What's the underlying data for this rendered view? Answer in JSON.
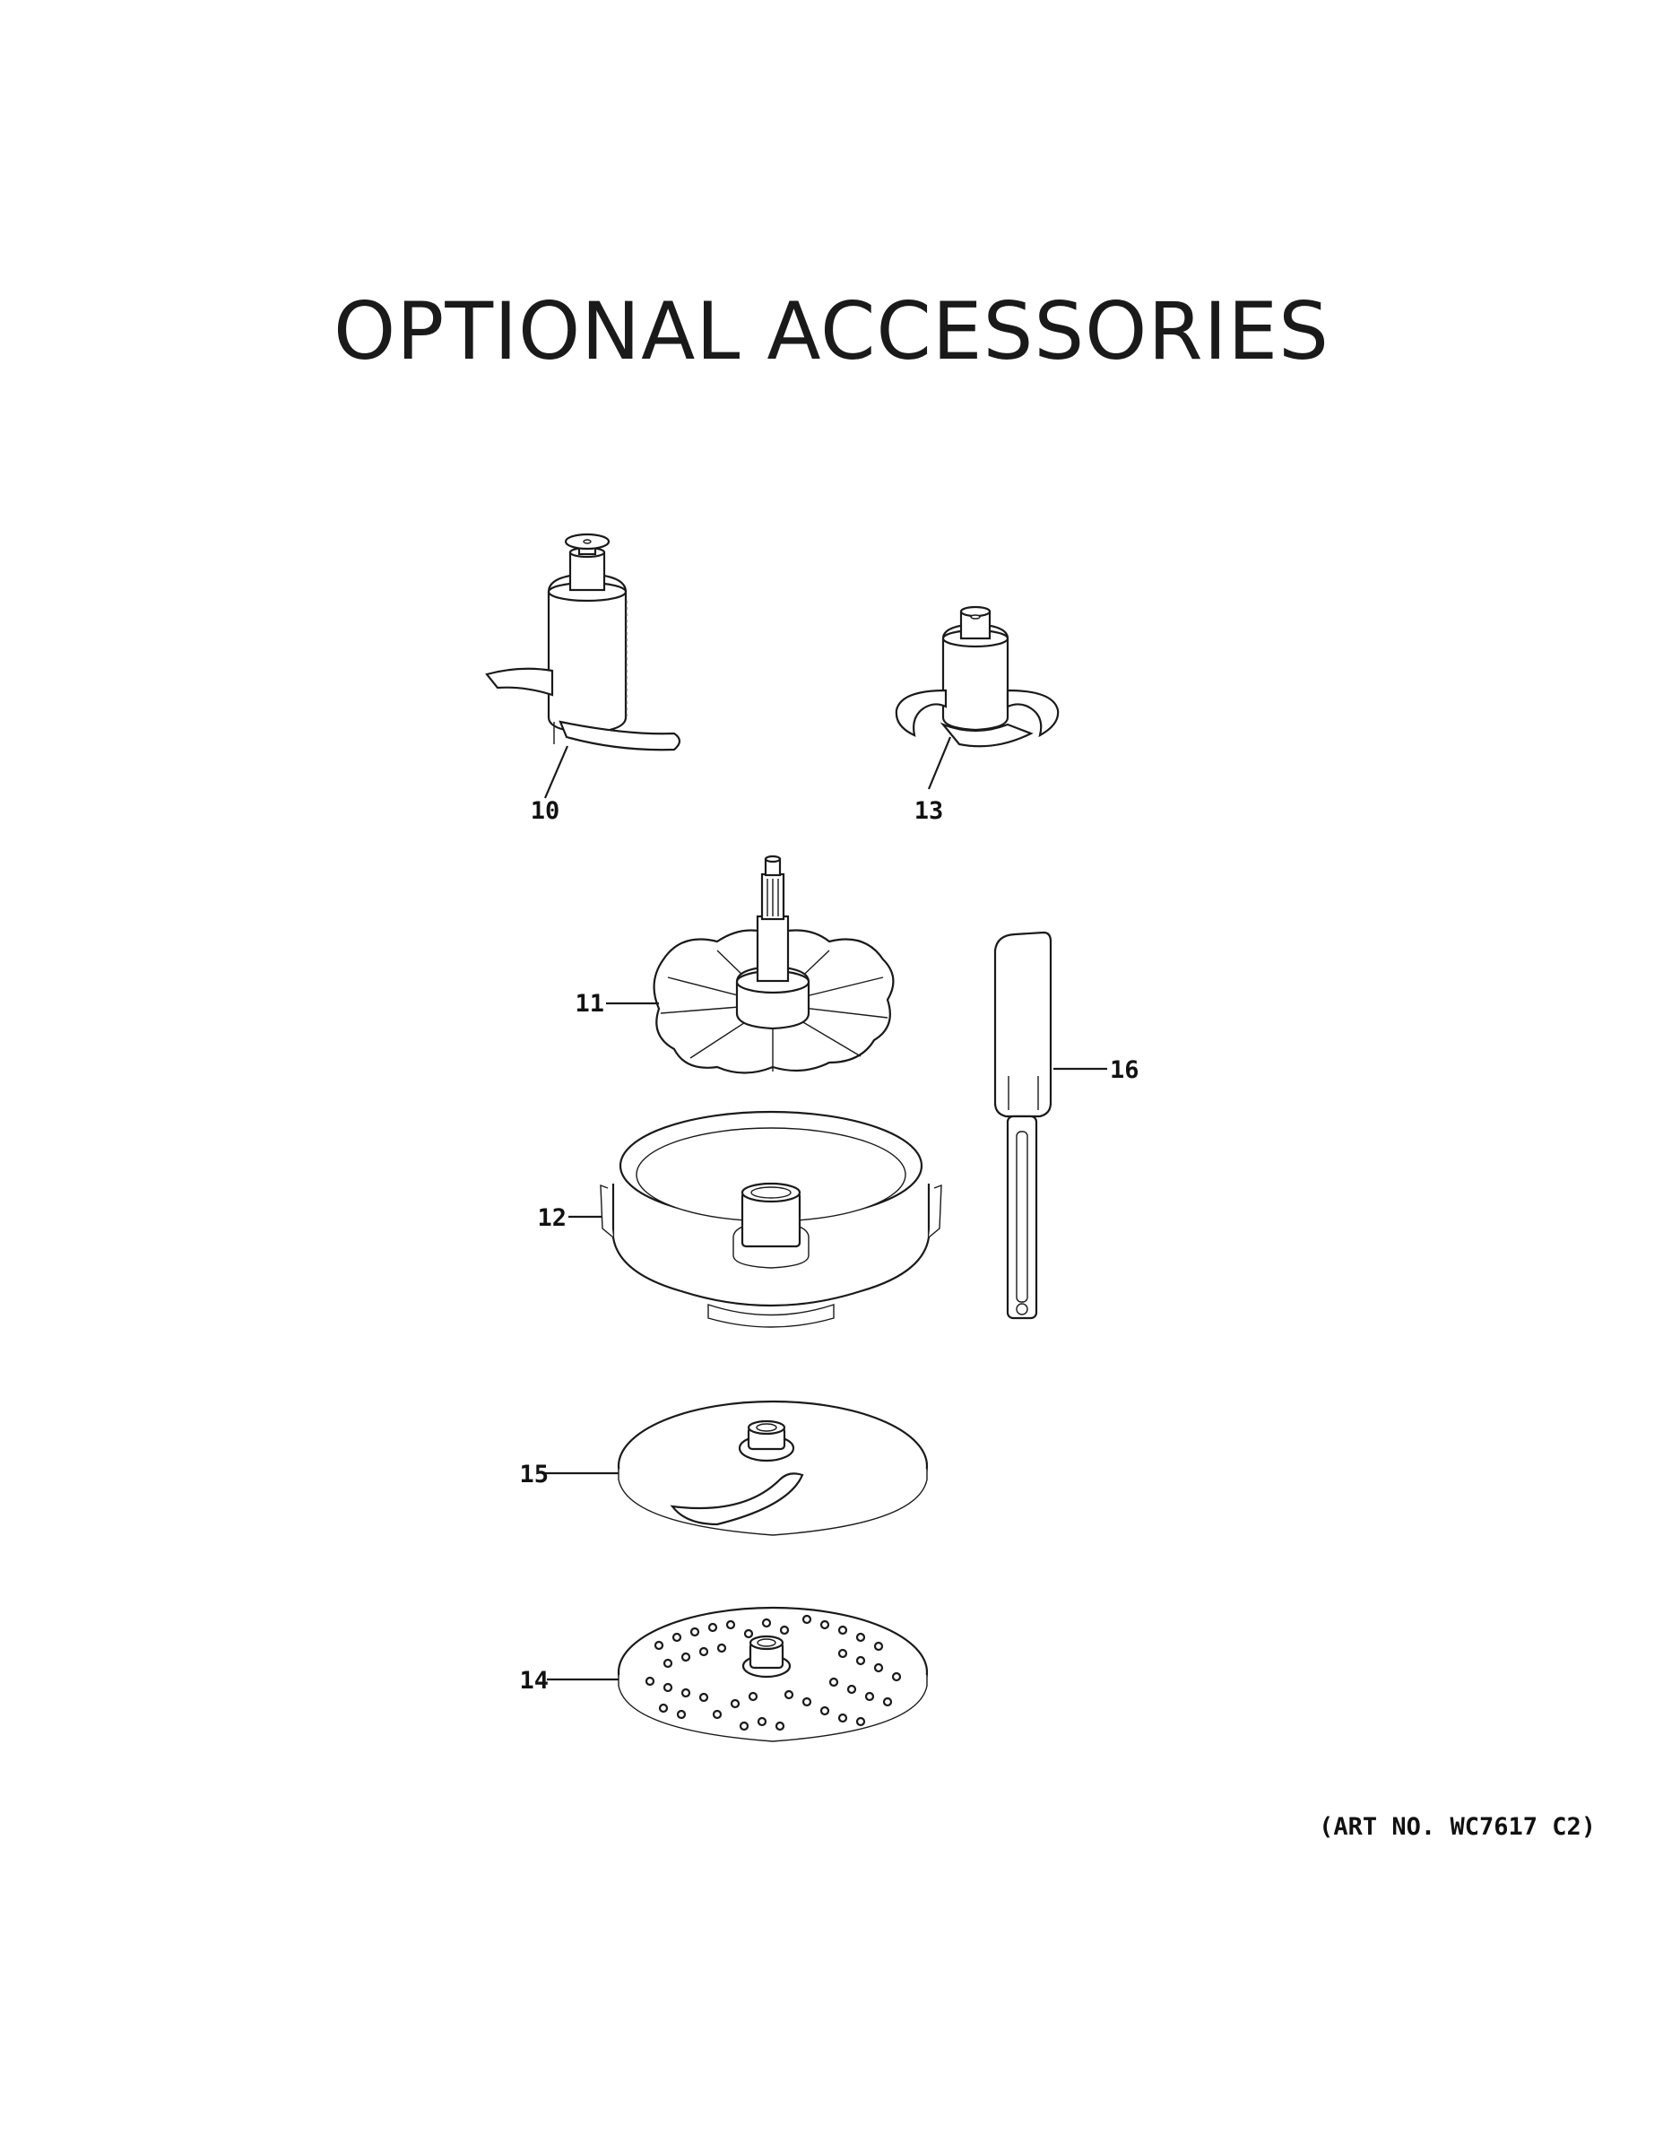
{
  "title": "OPTIONAL ACCESSORIES",
  "art_number": "(ART NO. WC7617 C2)",
  "parts": [
    {
      "id": "10",
      "label": "10",
      "icon": "chopping-blade-icon"
    },
    {
      "id": "13",
      "label": "13",
      "icon": "dough-blade-icon"
    },
    {
      "id": "11",
      "label": "11",
      "icon": "emulsifying-disc-icon"
    },
    {
      "id": "16",
      "label": "16",
      "icon": "spatula-icon"
    },
    {
      "id": "12",
      "label": "12",
      "icon": "disc-holder-bowl-icon"
    },
    {
      "id": "15",
      "label": "15",
      "icon": "slicing-disc-icon"
    },
    {
      "id": "14",
      "label": "14",
      "icon": "shredding-disc-icon"
    }
  ]
}
